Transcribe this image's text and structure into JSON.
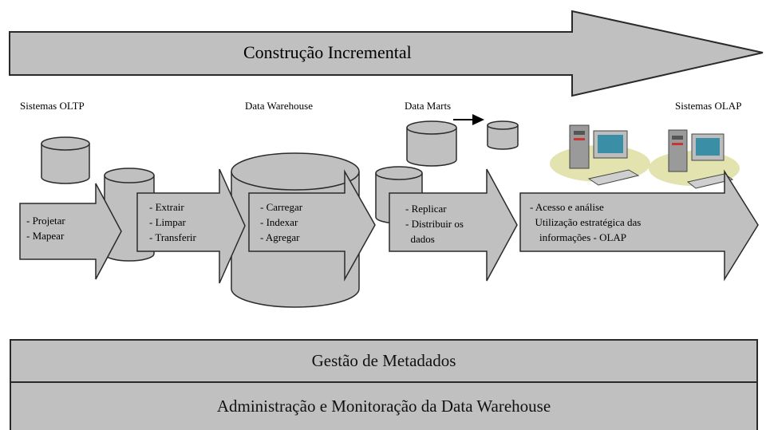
{
  "banner": {
    "title": "Construção Incremental"
  },
  "stages": [
    {
      "label": "Sistemas OLTP",
      "steps": [
        "- Projetar",
        "- Mapear"
      ]
    },
    {
      "label": "Data Warehouse",
      "steps": [
        "- Extrair",
        "- Limpar",
        "- Transferir"
      ]
    },
    {
      "label": "Data Marts",
      "steps": [
        "- Carregar",
        "- Indexar",
        "- Agregar"
      ]
    },
    {
      "label": "Sistemas OLAP",
      "steps": [
        "- Replicar",
        "- Distribuir os",
        "  dados"
      ]
    }
  ],
  "final_steps": [
    "- Acesso e análise",
    "  Utilização estratégica das",
    "informações - OLAP"
  ],
  "footer": {
    "metadata": "Gestão de Metadados",
    "admin": "Administração e Monitoração da Data Warehouse"
  },
  "colors": {
    "fill": "#c0c0c0",
    "stroke": "#2a2a2a",
    "ground": "#e3e3b0"
  },
  "icons": [
    "database-cylinder-icon",
    "computer-workstation-icon",
    "right-arrow-icon"
  ]
}
